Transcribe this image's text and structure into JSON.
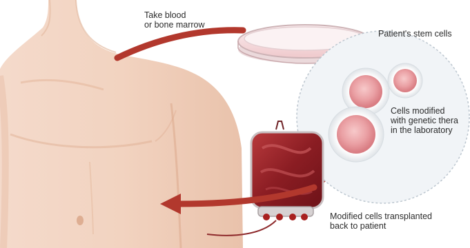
{
  "labels": {
    "take_blood": [
      "Take blood",
      "or bone marrow"
    ],
    "stem_cells": "Patient's stem cells",
    "cells_modified": [
      "Cells modified",
      "with genetic thera",
      "in the laboratory"
    ],
    "transplanted": [
      "Modified cells transplanted",
      "back to patient"
    ]
  },
  "colors": {
    "skin": "#f2d2bd",
    "arrow": "#b2382d",
    "blood_bag": "#8e1f24",
    "dish": "#f6dfe0",
    "cell": "#eaa3a6",
    "zoom_bubble": "#eef2f5"
  },
  "icons": [
    "petri-dish-icon",
    "blood-bag-icon",
    "cell-icon",
    "curved-arrow-icon"
  ]
}
